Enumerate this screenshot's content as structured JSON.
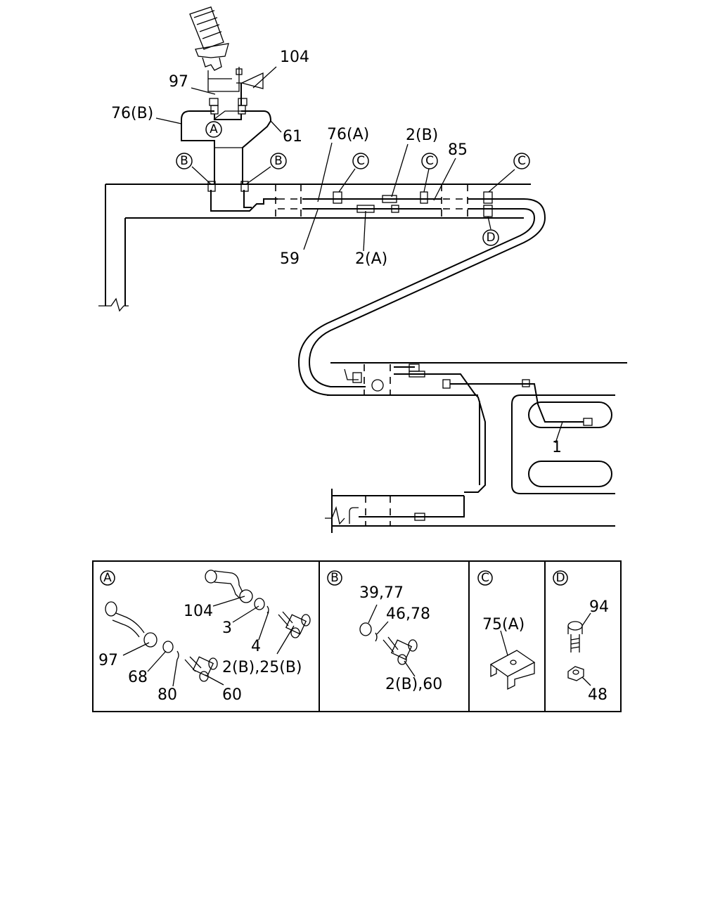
{
  "callouts": {
    "c104": "104",
    "c97": "97",
    "c76b": "76(B)",
    "c61": "61",
    "c76a": "76(A)",
    "c2b": "2(B)",
    "c85": "85",
    "c59": "59",
    "c2a": "2(A)",
    "c1": "1"
  },
  "refs": {
    "A": "A",
    "B": "B",
    "C": "C",
    "D": "D"
  },
  "detail_panels": {
    "A": {
      "letter": "A",
      "labels": [
        "104",
        "3",
        "4",
        "2(B),25(B)",
        "97",
        "68",
        "80",
        "60"
      ]
    },
    "B": {
      "letter": "B",
      "labels": [
        "39,77",
        "46,78",
        "2(B),60"
      ]
    },
    "C": {
      "letter": "C",
      "labels": [
        "75(A)"
      ]
    },
    "D": {
      "letter": "D",
      "labels": [
        "94",
        "48"
      ]
    }
  }
}
